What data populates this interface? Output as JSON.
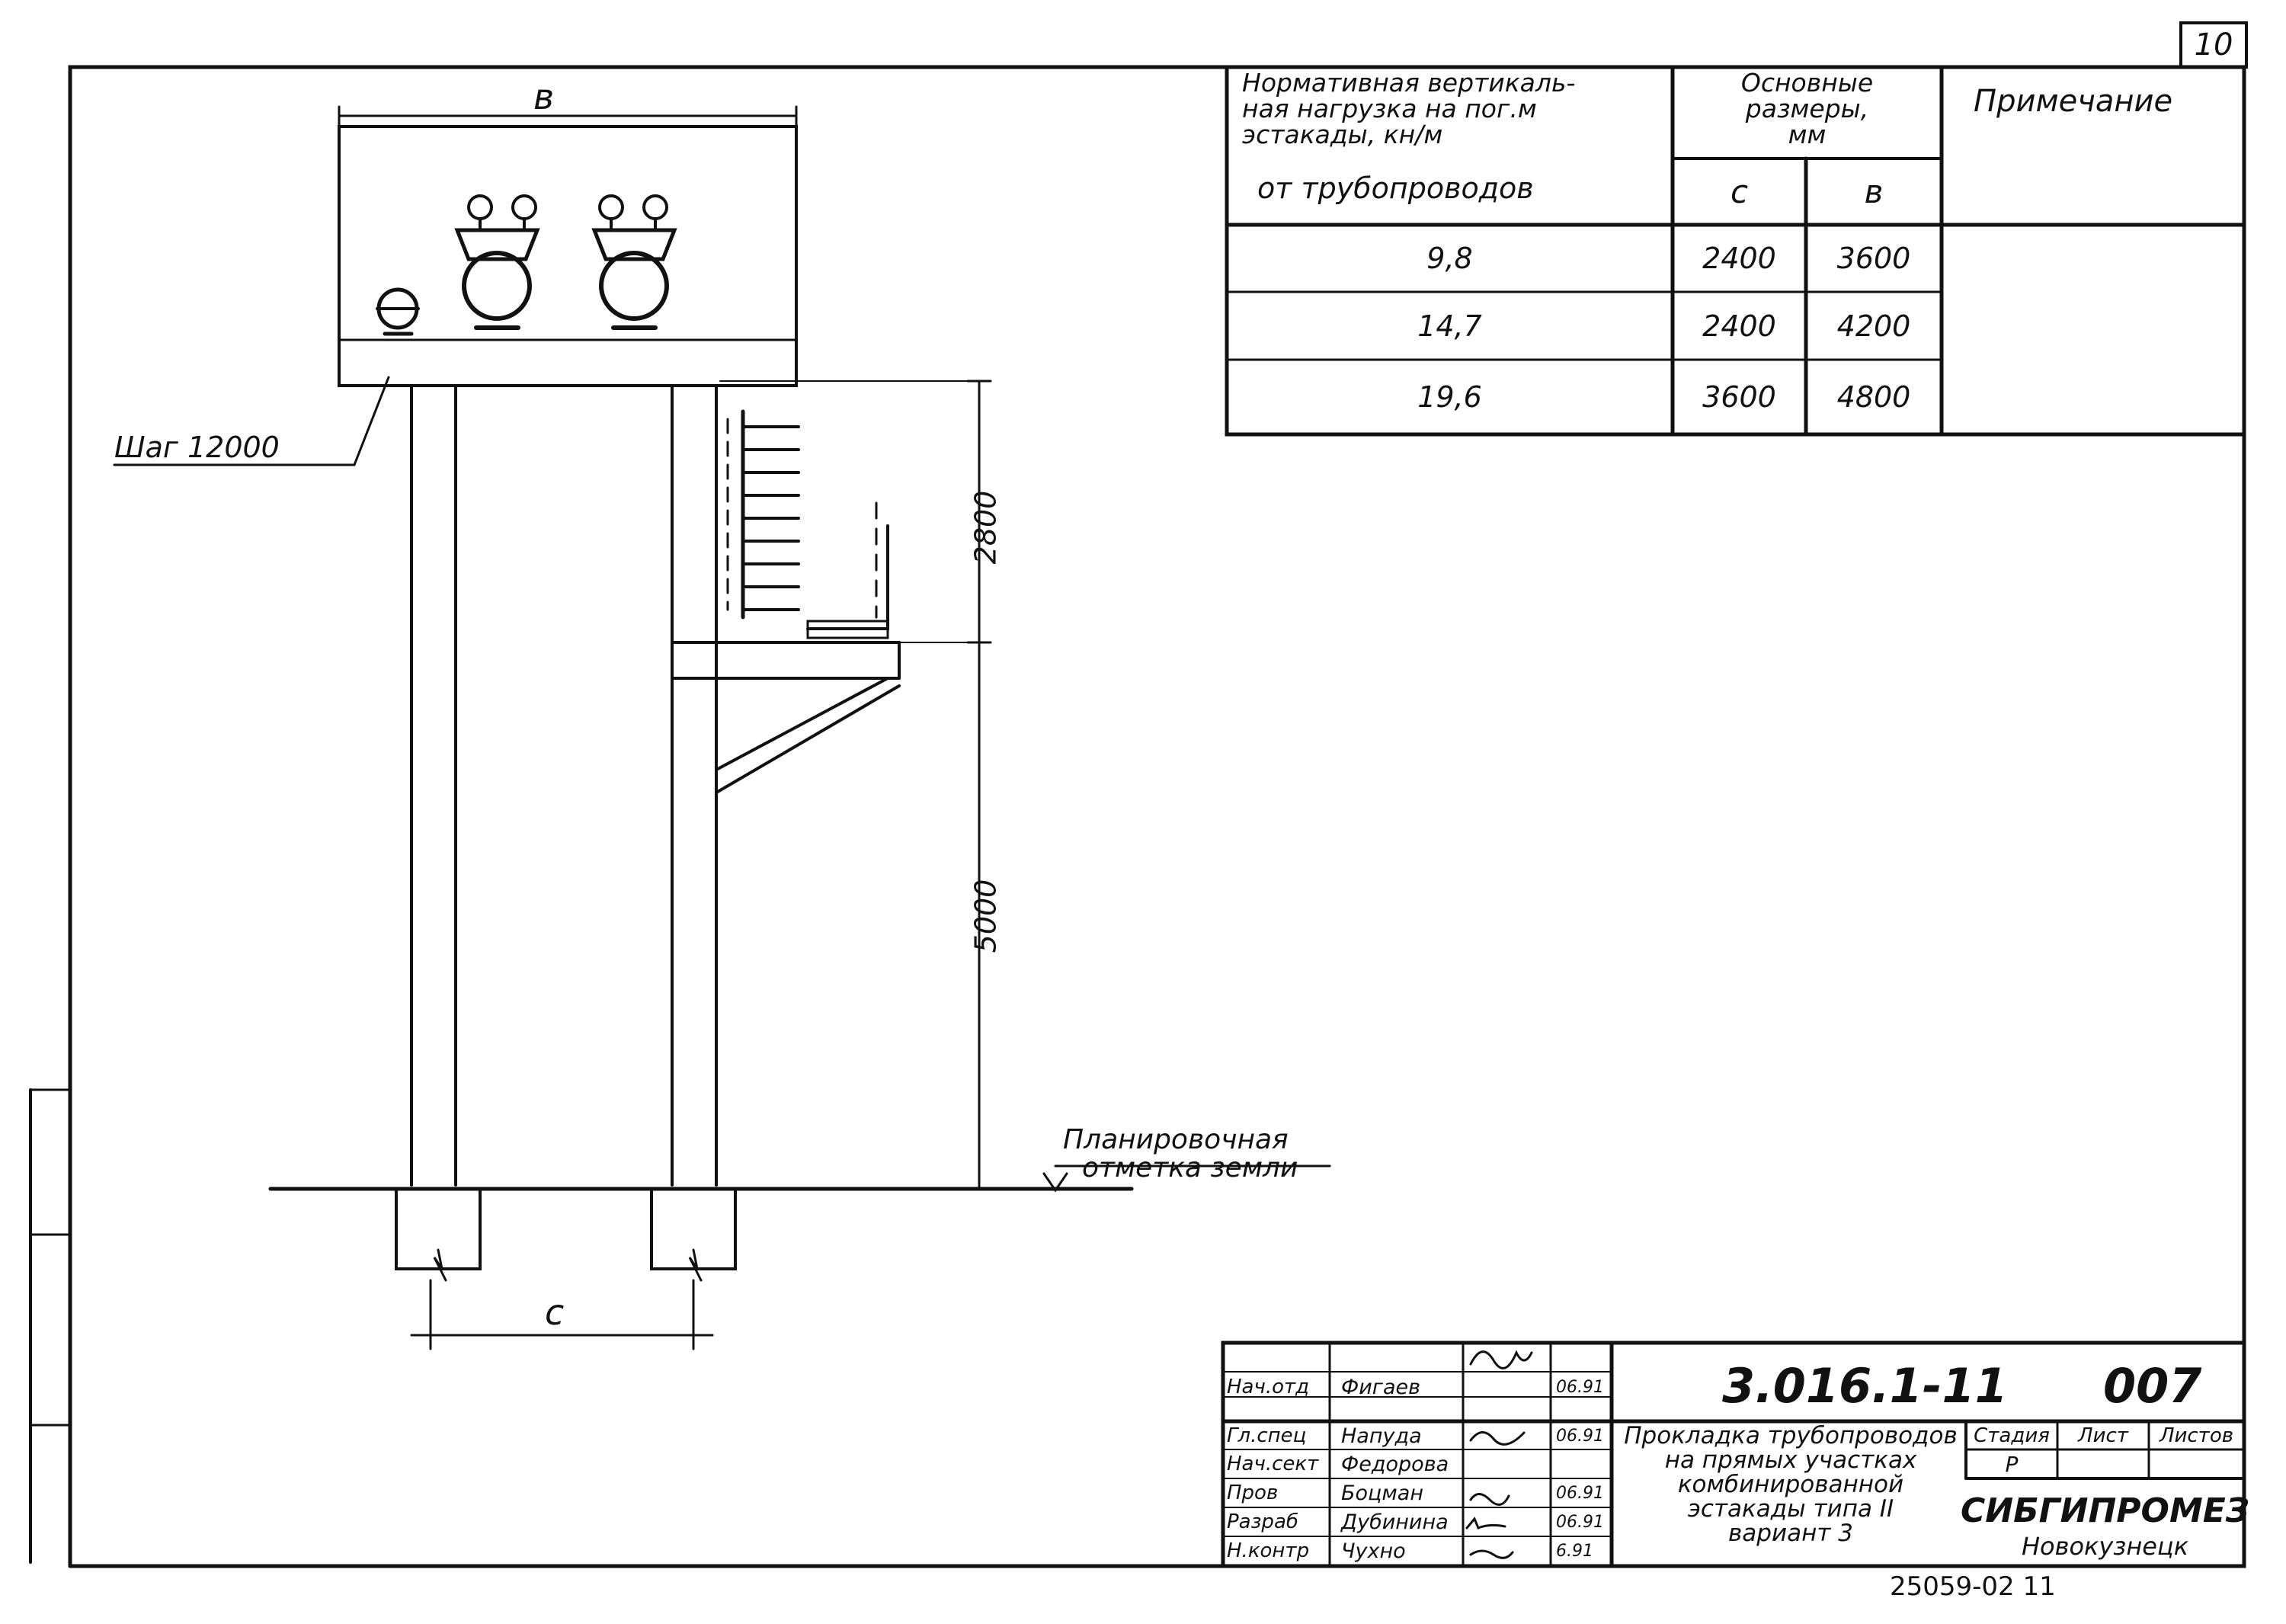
{
  "sheet": {
    "page_number": "10"
  },
  "drawing": {
    "dim_b": "в",
    "dim_c": "с",
    "step_label": "Шаг   12000",
    "dim_2800": "2800",
    "dim_5000": "5000",
    "ground_label_line1": "Планировочная",
    "ground_label_line2": "отметка земли"
  },
  "table": {
    "header_load_line1": "Нормативная вертикаль-",
    "header_load_line2": "ная нагрузка на пог.м",
    "header_load_line3": "эстакады, кн/м",
    "header_sizes_line1": "Основные",
    "header_sizes_line2": "размеры,",
    "header_sizes_line3": "мм",
    "header_note": "Примечание",
    "subheader_load": "от   трубопроводов",
    "col_c": "с",
    "col_b": "в",
    "rows": [
      {
        "load": "9,8",
        "c": "2400",
        "b": "3600"
      },
      {
        "load": "14,7",
        "c": "2400",
        "b": "4200"
      },
      {
        "load": "19,6",
        "c": "3600",
        "b": "4800"
      }
    ]
  },
  "title_block": {
    "roles": [
      "Нач.отд",
      "Гл.спец",
      "Нач.сект",
      "Пров",
      "Разраб",
      "Н.контр"
    ],
    "names": [
      "Фигаев",
      "Напуда",
      "Федорова",
      "Боцман",
      "Дубинина",
      "Чухно"
    ],
    "dates": [
      "06.91",
      "06.91",
      "",
      "06.91",
      "06.91",
      "6.91"
    ],
    "code": "3.016.1-11",
    "sheet_code": "007",
    "title_line1": "Прокладка трубопроводов",
    "title_line2": "на прямых участках",
    "title_line3": "комбинированной",
    "title_line4": "эстакады типа II",
    "title_line5": "вариант 3",
    "stage_label": "Стадия",
    "sheet_label": "Лист",
    "sheets_label": "Листов",
    "stage_value": "Р",
    "org": "СИБГИПРОМЕЗ",
    "city": "Новокузнецк",
    "archive_number": "25059-02  11"
  }
}
